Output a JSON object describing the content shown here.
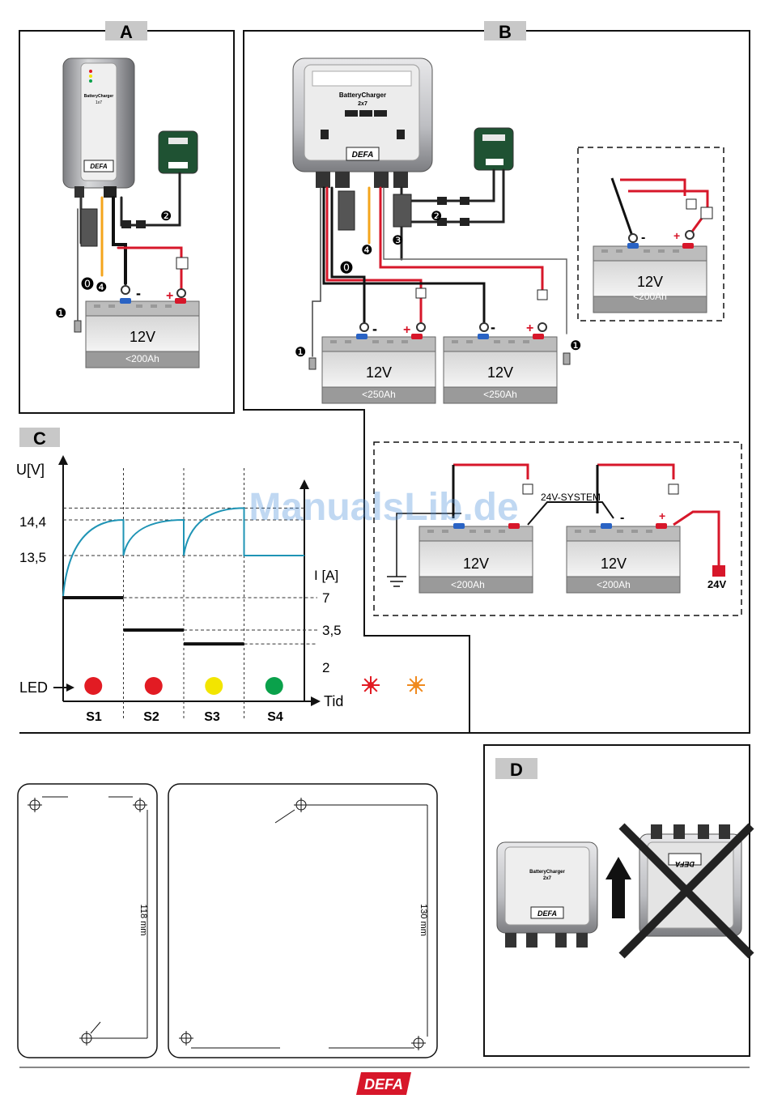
{
  "panels": {
    "a": "A",
    "b": "B",
    "c": "C",
    "d": "D"
  },
  "devices": {
    "charger_1x7_title": "BatteryCharger",
    "charger_1x7_model": "1x7",
    "charger_2x7_title": "BatteryCharger",
    "charger_2x7_model": "2x7",
    "brand": "DEFA",
    "system_24v": "24V-SYSTEM",
    "out_24v": "24V"
  },
  "batteries": {
    "voltage": "12V",
    "cap_200": "<200Ah",
    "cap_250": "<250Ah"
  },
  "markers": {
    "one": "❶",
    "two": "❷",
    "three": "❸",
    "four": "❹",
    "zero": "⓿",
    "minus": "-",
    "plus": "+"
  },
  "chart_data": {
    "type": "line",
    "title": "",
    "ylabel": "U[V]",
    "ylabel_right": "I [A]",
    "xlabel": "Tid",
    "yticks_voltage": [
      "14,4",
      "13,5"
    ],
    "yticks_current": [
      "7",
      "3,5",
      "2"
    ],
    "stages": [
      "S1",
      "S2",
      "S3",
      "S4"
    ],
    "led_label": "LED",
    "led_colors": [
      "#e21b23",
      "#e21b23",
      "#f2e500",
      "#0aa14b"
    ],
    "led_blink": [
      "#e21b23",
      "#f08a1e"
    ],
    "current_values": [
      7,
      3.5,
      2,
      0
    ],
    "voltage_peak": [
      14.4,
      14.4,
      14.7,
      13.5
    ]
  },
  "mounting": {
    "dim_1": "118 mm",
    "dim_2": "130 mm"
  },
  "watermark": "ManualsLib.de",
  "footer_logo": "DEFA"
}
